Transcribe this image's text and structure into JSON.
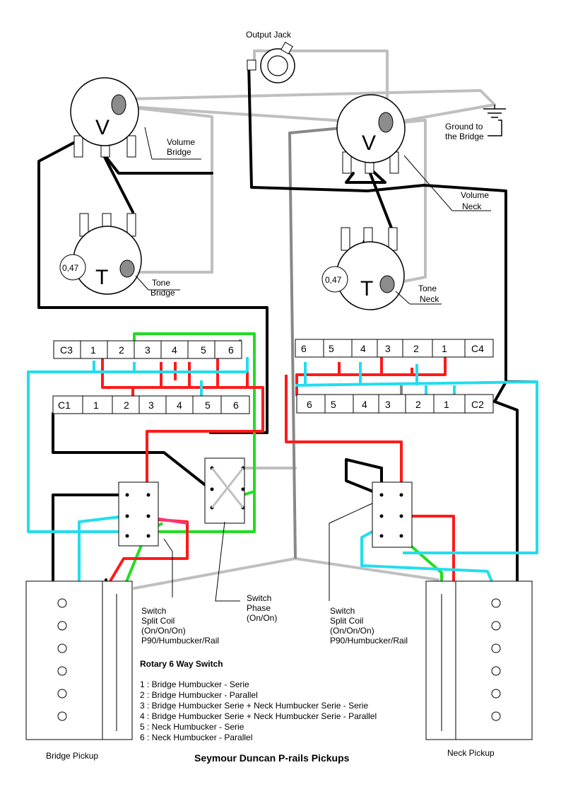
{
  "colors": {
    "red": "#ff1a1a",
    "green": "#22dd22",
    "cyan": "#22ddee",
    "black": "#000000",
    "gray": "#bfbfbf",
    "dark_gray": "#888888",
    "pink": "#ff3377",
    "pot_pad": "#8c8c8c"
  },
  "labels": {
    "output_jack": "Output Jack",
    "ground_line1": "Ground to",
    "ground_line2": "the Bridge",
    "volume_bridge_line1": "Volume",
    "volume_bridge_line2": "Bridge",
    "volume_neck_line1": "Volume",
    "volume_neck_line2": "Neck",
    "tone_bridge_line1": "Tone",
    "tone_bridge_line2": "Bridge",
    "tone_neck_line1": "Tone",
    "tone_neck_line2": "Neck",
    "pot_volume_letter": "V",
    "pot_tone_letter": "T",
    "cap_value": "0,47",
    "switch_phase_line1": "Switch",
    "switch_phase_line2": "Phase",
    "switch_phase_line3": "(On/On)",
    "split_coil_line1": "Switch",
    "split_coil_line2": "Split Coil",
    "split_coil_line3": "(On/On/On)",
    "split_coil_line4": "P90/Humbucker/Rail",
    "bridge_pickup": "Bridge Pickup",
    "neck_pickup": "Neck Pickup",
    "title": "Seymour Duncan P-rails Pickups"
  },
  "rotary": {
    "heading": "Rotary 6 Way Switch",
    "items": [
      "1 : Bridge Humbucker - Serie",
      "2 : Bridge Humbucker - Parallel",
      "3 : Bridge Humbucker Serie + Neck Humbucker Serie - Serie",
      "4 : Bridge Humbucker Serie + Neck Humbucker Serie - Parallel",
      "5 : Neck Humbucker - Serie",
      "6 : Neck Humbucker - Parallel"
    ]
  },
  "terminal_strips": {
    "c3": [
      "C3",
      "1",
      "2",
      "3",
      "4",
      "5",
      "6"
    ],
    "c1": [
      "C1",
      "1",
      "2",
      "3",
      "4",
      "5",
      "6"
    ],
    "c4": [
      "6",
      "5",
      "4",
      "3",
      "2",
      "1",
      "C4"
    ],
    "c2": [
      "6",
      "5",
      "4",
      "3",
      "2",
      "1",
      "C2"
    ]
  }
}
